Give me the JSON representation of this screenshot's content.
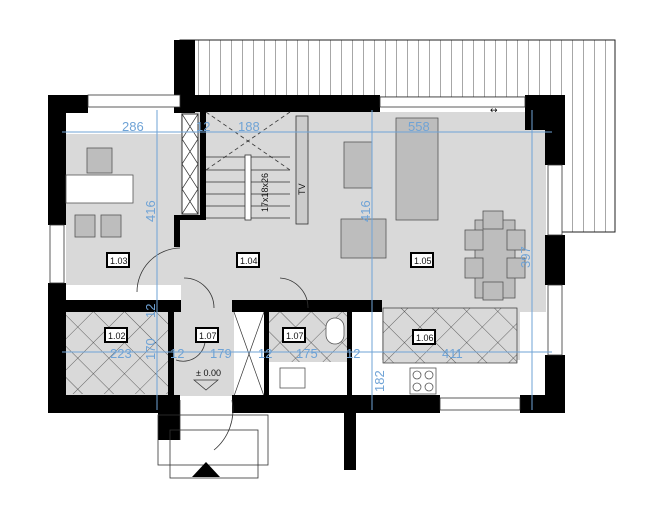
{
  "rooms": [
    {
      "id": "1.02"
    },
    {
      "id": "1.03"
    },
    {
      "id": "1.04"
    },
    {
      "id": "1.05"
    },
    {
      "id": "1.06"
    },
    {
      "id": "1.07"
    },
    {
      "id": "1.07"
    }
  ],
  "dimensions": {
    "d286": "286",
    "d12a": "12",
    "d188": "188",
    "d558": "558",
    "d416a": "416",
    "d416b": "416",
    "d397": "397",
    "d170": "170",
    "d12b": "12",
    "d223": "223",
    "d12c": "12",
    "d179": "179",
    "d12d": "12",
    "d175": "175",
    "d12e": "12",
    "d182": "182",
    "d411": "411"
  },
  "annotations": {
    "stairs": "17x18x26",
    "tv": "TV",
    "level": "± 0.00"
  },
  "colors": {
    "wall": "#000000",
    "floor": "#d9d9d9",
    "dimension": "#6fa3d6"
  }
}
